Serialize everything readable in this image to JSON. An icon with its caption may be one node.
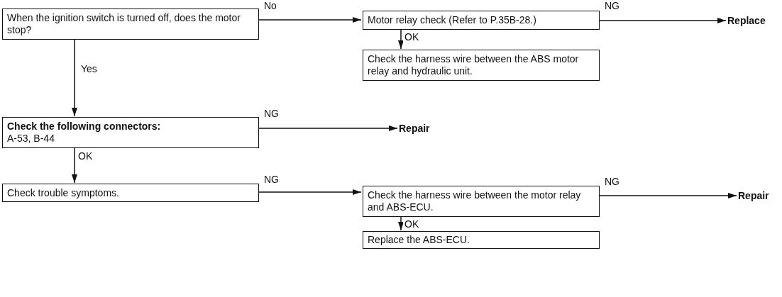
{
  "diagram": {
    "nodes": [
      {
        "text": [
          "When the ignition switch is turned off, does the motor stop?"
        ]
      },
      {
        "text": [
          "Motor relay check (Refer to P.35B-28.)"
        ]
      },
      {
        "text": [
          "Replace"
        ]
      },
      {
        "text": [
          "Check the harness wire between the ABS motor relay and hydraulic unit."
        ]
      },
      {
        "text": [
          "Check the following connectors:",
          "A-53, B-44"
        ]
      },
      {
        "text": [
          "Repair"
        ]
      },
      {
        "text": [
          "Check trouble symptoms."
        ]
      },
      {
        "text": [
          "Check the harness wire between the motor relay and ABS-ECU."
        ]
      },
      {
        "text": [
          "Repair"
        ]
      },
      {
        "text": [
          "Replace the ABS-ECU."
        ]
      }
    ],
    "edges": [
      {
        "from": 0,
        "to": 1,
        "arrow": "to",
        "label": "No"
      },
      {
        "from": 1,
        "to": 2,
        "arrow": "to",
        "label": "NG"
      },
      {
        "from": 1,
        "to": 3,
        "arrow": "to",
        "label": "OK"
      },
      {
        "from": 0,
        "to": 4,
        "arrow": "to",
        "label": "Yes"
      },
      {
        "from": 4,
        "to": 5,
        "arrow": "to",
        "label": "NG"
      },
      {
        "from": 4,
        "to": 6,
        "arrow": "to",
        "label": "OK"
      },
      {
        "from": 6,
        "to": 7,
        "arrow": "to",
        "label": "NG"
      },
      {
        "from": 7,
        "to": 8,
        "arrow": "to",
        "label": "NG"
      },
      {
        "from": 7,
        "to": 9,
        "arrow": "to",
        "label": "OK"
      }
    ]
  }
}
